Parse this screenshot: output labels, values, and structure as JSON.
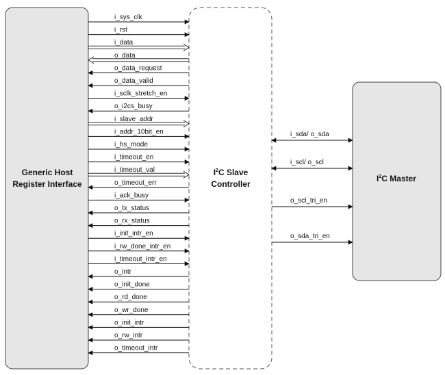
{
  "blocks": {
    "host": {
      "title_lines": [
        "Generic Host",
        "Register Interface"
      ],
      "fill": "#e6e6e6"
    },
    "controller": {
      "title_line1_pre": "I",
      "title_line1_sup": "2",
      "title_line1_post": "C Slave",
      "title_line2": "Controller"
    },
    "master": {
      "title_pre": "I",
      "title_sup": "2",
      "title_post": "C Master",
      "fill": "#e6e6e6"
    }
  },
  "host_signals": [
    {
      "label": "i_sys_clk",
      "dir": "in",
      "bus": false
    },
    {
      "label": "i_rst",
      "dir": "in",
      "bus": false
    },
    {
      "label": "i_data",
      "dir": "in",
      "bus": true
    },
    {
      "label": "o_data",
      "dir": "out",
      "bus": true
    },
    {
      "label": "o_data_request",
      "dir": "out",
      "bus": false
    },
    {
      "label": "o_data_valid",
      "dir": "out",
      "bus": false
    },
    {
      "label": "i_sclk_stretch_en",
      "dir": "in",
      "bus": false
    },
    {
      "label": "o_i2cs_busy",
      "dir": "out",
      "bus": false
    },
    {
      "label": "i_slave_addr",
      "dir": "in",
      "bus": true
    },
    {
      "label": "i_addr_10bit_en",
      "dir": "in",
      "bus": false
    },
    {
      "label": "i_hs_mode",
      "dir": "in",
      "bus": false
    },
    {
      "label": "i_timeout_en",
      "dir": "in",
      "bus": false
    },
    {
      "label": "i_timeout_val",
      "dir": "in",
      "bus": true
    },
    {
      "label": "o_timeout_err",
      "dir": "out",
      "bus": false
    },
    {
      "label": "i_ack_busy",
      "dir": "in",
      "bus": false
    },
    {
      "label": "o_tx_status",
      "dir": "out",
      "bus": false
    },
    {
      "label": "o_rx_status",
      "dir": "out",
      "bus": false
    },
    {
      "label": "i_init_intr_en",
      "dir": "in",
      "bus": false
    },
    {
      "label": "i_rw_done_intr_en",
      "dir": "in",
      "bus": false
    },
    {
      "label": "i_timeout_intr_en",
      "dir": "in",
      "bus": false
    },
    {
      "label": "o_intr",
      "dir": "out",
      "bus": false
    },
    {
      "label": "o_init_done",
      "dir": "out",
      "bus": false
    },
    {
      "label": "o_rd_done",
      "dir": "out",
      "bus": false
    },
    {
      "label": "o_wr_done",
      "dir": "out",
      "bus": false
    },
    {
      "label": "o_init_intr",
      "dir": "out",
      "bus": false
    },
    {
      "label": "o_rw_intr",
      "dir": "out",
      "bus": false
    },
    {
      "label": "o_timeout_intr",
      "dir": "out",
      "bus": false
    }
  ],
  "master_signals": [
    {
      "label": "i_sda/ o_sda",
      "dir": "bidir"
    },
    {
      "label": "i_scl/ o_scl",
      "dir": "bidir"
    },
    {
      "label": "o_scl_tri_en",
      "dir": "right"
    },
    {
      "label": "o_sda_tri_en",
      "dir": "right"
    }
  ]
}
